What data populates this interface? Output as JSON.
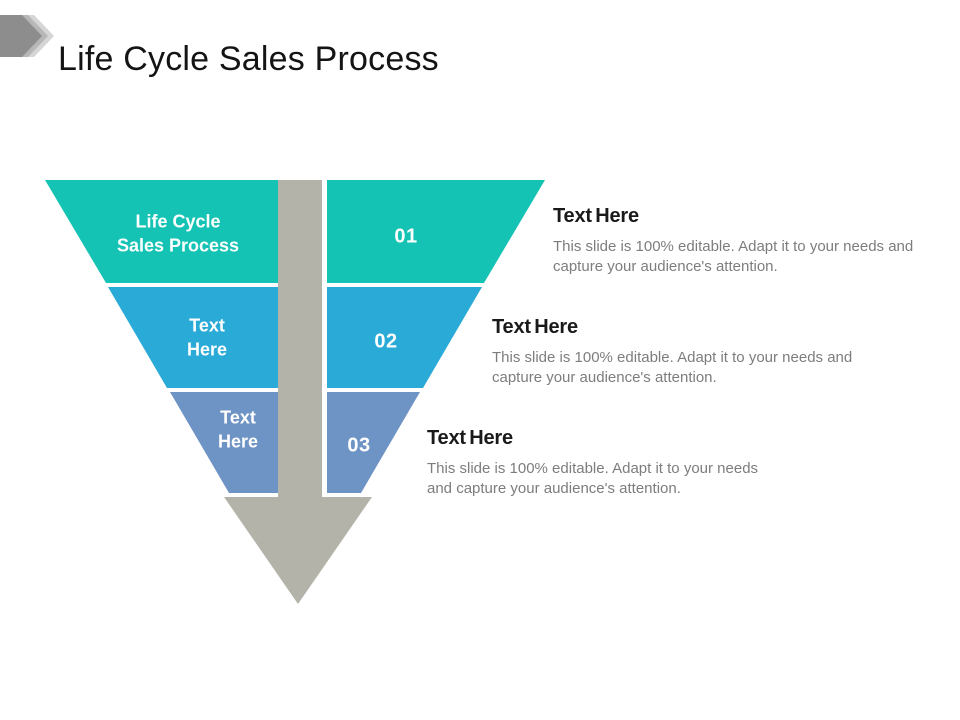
{
  "slide": {
    "title": "Life Cycle Sales Process",
    "background": "#ffffff",
    "colors": {
      "accent_teal": "#14c3b4",
      "accent_cyan": "#2aaad6",
      "accent_blue": "#6e93c5",
      "arrow_gray": "#b4b3a9",
      "title_text": "#141414",
      "heading_text": "#1a1a1a",
      "body_text": "#7d7d7d",
      "funnel_label_text": "#ffffff"
    },
    "title_icon": {
      "name": "layered-chevron-right-icon",
      "dark": "#8d8d8d",
      "mid": "#b7b7b7",
      "light": "#d6d6d6"
    }
  },
  "funnel": {
    "levels": [
      {
        "label": "Life Cycle\nSales Process",
        "number": "01",
        "color": "#14c3b4"
      },
      {
        "label": "Text\nHere",
        "number": "02",
        "color": "#2aaad6"
      },
      {
        "label": "Text\nHere",
        "number": "03",
        "color": "#6e93c5"
      }
    ]
  },
  "callouts": [
    {
      "heading": "Text Here",
      "body": "This slide is 100% editable. Adapt it to your needs and capture your audience's attention."
    },
    {
      "heading": "Text Here",
      "body": "This slide is 100% editable. Adapt it to your needs and capture your audience's attention."
    },
    {
      "heading": "Text Here",
      "body": "This slide is 100% editable. Adapt it to your needs and capture your audience's attention."
    }
  ]
}
